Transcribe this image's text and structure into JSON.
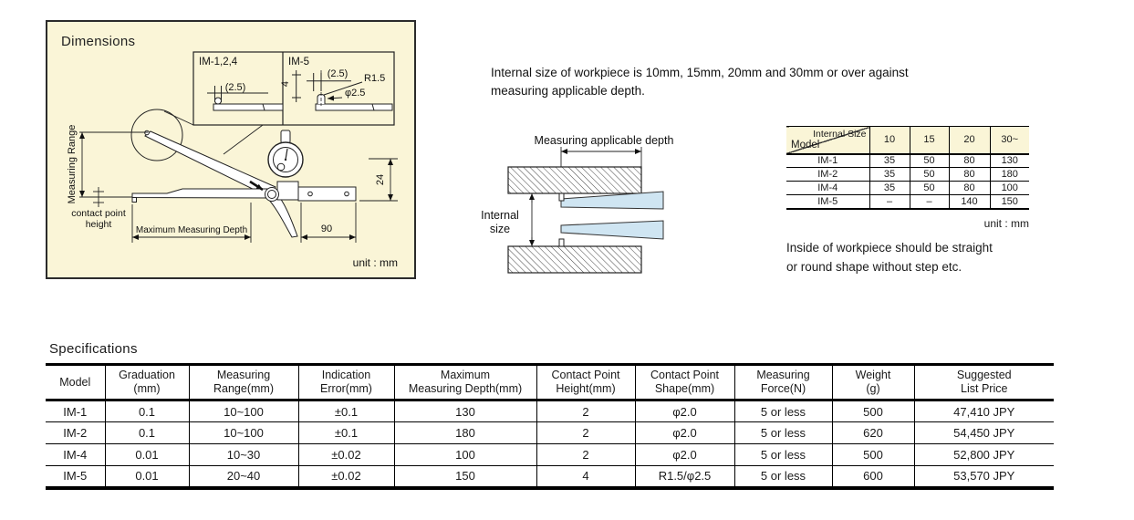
{
  "colors": {
    "panel_bg": "#FAF5D7",
    "arm_blue": "#CFE5F2",
    "line": "#222222"
  },
  "dimensions_panel": {
    "title": "Dimensions",
    "unit_label": "unit : mm",
    "inset": {
      "left_label": "IM-1,2,4",
      "right_label": "IM-5",
      "left_dim_25": "(2.5)",
      "right_dim_25": "(2.5)",
      "dim_r15": "R1.5",
      "dim_phi25": "φ2.5",
      "dim_4": "4"
    },
    "labels": {
      "measuring_range": "Measuring Range",
      "contact_point_line1": "contact point",
      "contact_point_line2": "height",
      "max_measuring_depth": "Maximum Measuring Depth",
      "dim_90": "90",
      "dim_24": "24"
    }
  },
  "intro_text": {
    "line1": "Internal size of workpiece is 10mm, 15mm, 20mm and 30mm or over against",
    "line2": "measuring applicable depth."
  },
  "workpiece_diagram": {
    "depth_label": "Measuring applicable depth",
    "internal_label_line1": "Internal",
    "internal_label_line2": "size"
  },
  "size_table": {
    "header_diag_top": "Internal Size",
    "header_diag_bottom": "Model",
    "columns": [
      "10",
      "15",
      "20",
      "30~"
    ],
    "rows": [
      {
        "model": "IM-1",
        "values": [
          "35",
          "50",
          "80",
          "130"
        ]
      },
      {
        "model": "IM-2",
        "values": [
          "35",
          "50",
          "80",
          "180"
        ]
      },
      {
        "model": "IM-4",
        "values": [
          "35",
          "50",
          "80",
          "100"
        ]
      },
      {
        "model": "IM-5",
        "values": [
          "–",
          "–",
          "140",
          "150"
        ]
      }
    ],
    "unit_label": "unit : mm",
    "note_line1": "Inside of workpiece should be straight",
    "note_line2": "or round shape without step etc."
  },
  "specifications": {
    "title": "Specifications",
    "headers": [
      {
        "line1": "Model",
        "line2": ""
      },
      {
        "line1": "Graduation",
        "line2": "(mm)"
      },
      {
        "line1": "Measuring",
        "line2": "Range(mm)"
      },
      {
        "line1": "Indication",
        "line2": "Error(mm)"
      },
      {
        "line1": "Maximum",
        "line2": "Measuring Depth(mm)"
      },
      {
        "line1": "Contact Point",
        "line2": "Height(mm)"
      },
      {
        "line1": "Contact Point",
        "line2": "Shape(mm)"
      },
      {
        "line1": "Measuring",
        "line2": "Force(N)"
      },
      {
        "line1": "Weight",
        "line2": "(g)"
      },
      {
        "line1": "Suggested",
        "line2": "List Price"
      }
    ],
    "rows": [
      [
        "IM-1",
        "0.1",
        "10~100",
        "±0.1",
        "130",
        "2",
        "φ2.0",
        "5 or less",
        "500",
        "47,410 JPY"
      ],
      [
        "IM-2",
        "0.1",
        "10~100",
        "±0.1",
        "180",
        "2",
        "φ2.0",
        "5 or less",
        "620",
        "54,450 JPY"
      ],
      [
        "IM-4",
        "0.01",
        "10~30",
        "±0.02",
        "100",
        "2",
        "φ2.0",
        "5 or less",
        "500",
        "52,800 JPY"
      ],
      [
        "IM-5",
        "0.01",
        "20~40",
        "±0.02",
        "150",
        "4",
        "R1.5/φ2.5",
        "5 or less",
        "600",
        "53,570 JPY"
      ]
    ]
  }
}
